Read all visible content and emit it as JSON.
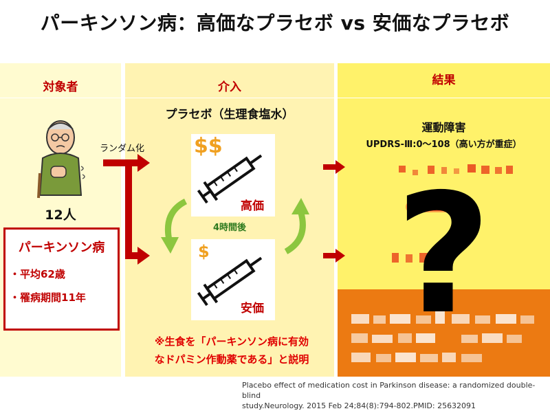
{
  "title": "パーキンソン病：高価なプラセボ vs 安価なプラセボ",
  "columns": {
    "subjects": {
      "header": "対象者",
      "count": "12人",
      "box_title": "パーキンソン病",
      "bullets": [
        "・平均62歳",
        "・罹病期間11年"
      ]
    },
    "intervention": {
      "header": "介入",
      "subtitle": "プラセボ（生理食塩水）",
      "randomize_label": "ランダム化",
      "expensive_symbol": "$$",
      "expensive_label": "高価",
      "cheap_symbol": "$",
      "cheap_label": "安価",
      "crossover_label": "4時間後",
      "note_line1": "※生食を「パーキンソン病に有効",
      "note_line2": "なドパミン作動薬である」と説明"
    },
    "results": {
      "header": "結果",
      "outcome_title": "運動障害",
      "outcome_scale": "UPDRS-Ⅲ:0～108（高い方が重症）",
      "question_mark": "?"
    }
  },
  "citation": {
    "line1": "Placebo effect of medication cost in Parkinson disease: a randomized double-blind",
    "line2": "study.Neurology. 2015 Feb 24;84(8):794-802.PMID: 25632091"
  },
  "colors": {
    "accent_red": "#c00000",
    "dollar_orange": "#f0a020",
    "arrow_green": "#8cc63f",
    "results_orange": "#ec7a12"
  }
}
